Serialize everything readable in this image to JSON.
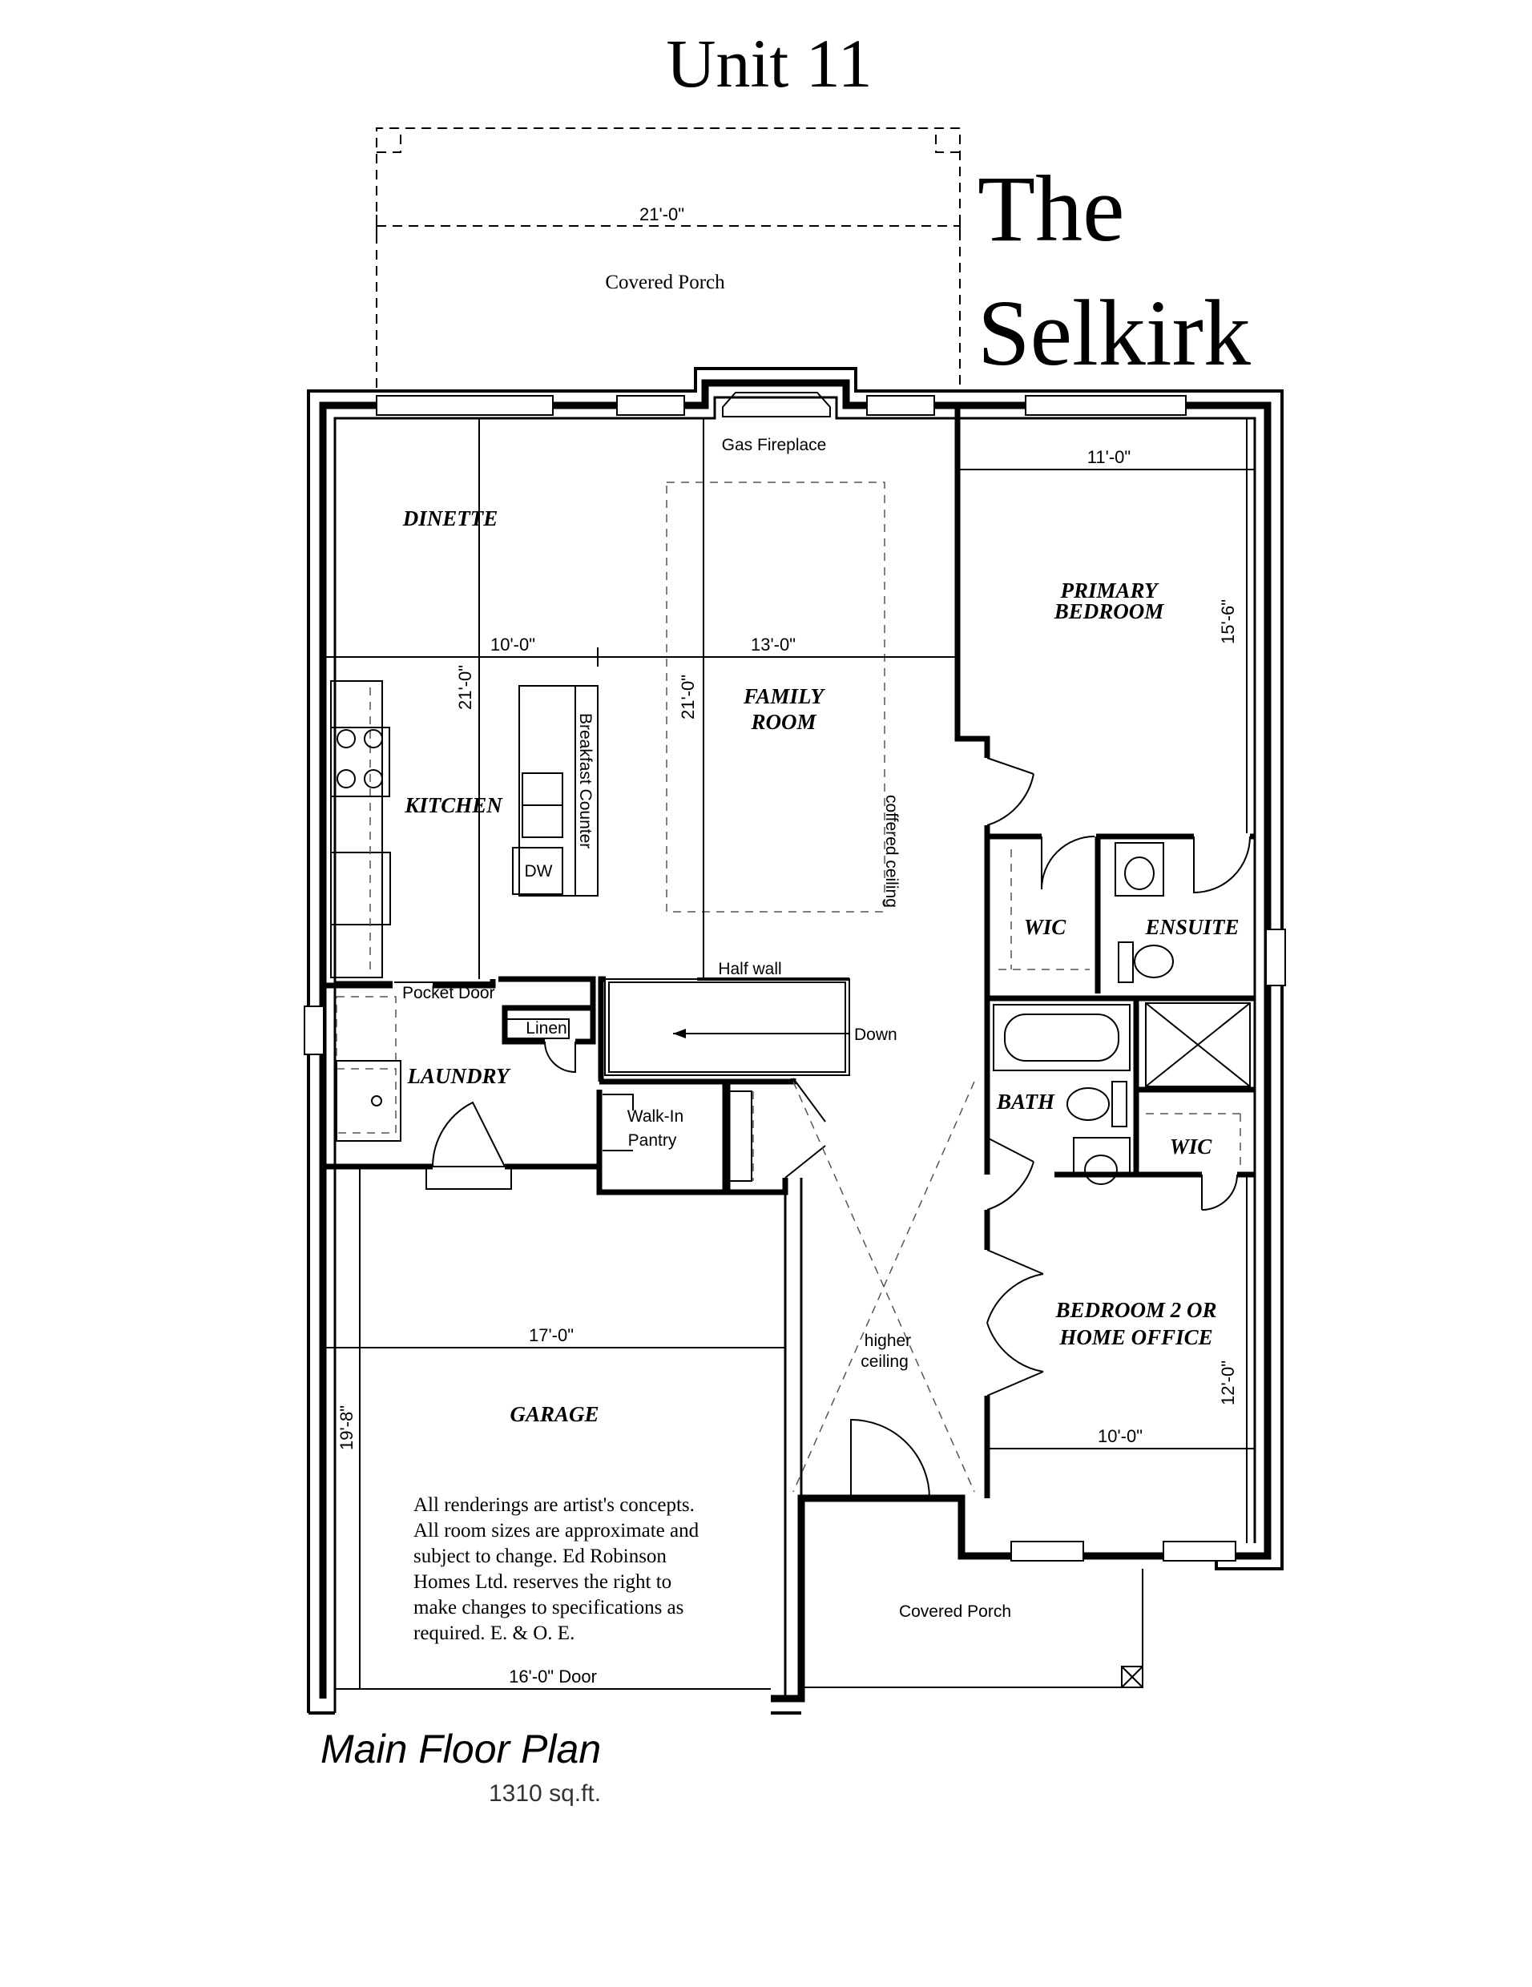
{
  "title": {
    "unit": "Unit 11",
    "name_line1": "The",
    "name_line2": "Selkirk"
  },
  "plan": {
    "heading": "Main Floor Plan",
    "area": "1310 sq.ft."
  },
  "rooms": {
    "dinette": "DINETTE",
    "kitchen": "KITCHEN",
    "family_room_1": "FAMILY",
    "family_room_2": "ROOM",
    "primary_bedroom_1": "PRIMARY",
    "primary_bedroom_2": "BEDROOM",
    "wic_primary": "WIC",
    "ensuite": "ENSUITE",
    "laundry": "LAUNDRY",
    "bath": "BATH",
    "wic_bedroom2": "WIC",
    "bedroom2_1": "BEDROOM 2 OR",
    "bedroom2_2": "HOME OFFICE",
    "garage": "GARAGE"
  },
  "labels": {
    "covered_porch_top": "Covered Porch",
    "covered_porch_bottom": "Covered Porch",
    "gas_fireplace": "Gas Fireplace",
    "breakfast_counter": "Breakfast Counter",
    "dw": "DW",
    "coffered_ceiling": "coffered ceiling",
    "half_wall": "Half wall",
    "down": "Down",
    "pocket_door": "Pocket Door",
    "linen": "Linen",
    "walk_in_1": "Walk-In",
    "walk_in_2": "Pantry",
    "higher_1": "higher",
    "higher_2": "ceiling"
  },
  "dimensions": {
    "porch_width": "21'-0\"",
    "primary_width": "11'-0\"",
    "primary_depth": "15'-6\"",
    "kitchen_width": "10'-0\"",
    "family_width": "13'-0\"",
    "dinette_depth": "21'-0\"",
    "family_depth": "21'-0\"",
    "garage_width": "17'-0\"",
    "garage_depth": "19'-8\"",
    "garage_door": "16'-0\" Door",
    "bedroom2_width": "10'-0\"",
    "bedroom2_depth": "12'-0\""
  },
  "disclaimer": {
    "line1": "All renderings are artist's concepts.",
    "line2": "All room sizes are approximate and",
    "line3": "subject to change.  Ed Robinson",
    "line4": "Homes Ltd. reserves the right to",
    "line5": "make changes to specifications as",
    "line6": "required.  E. & O. E."
  }
}
